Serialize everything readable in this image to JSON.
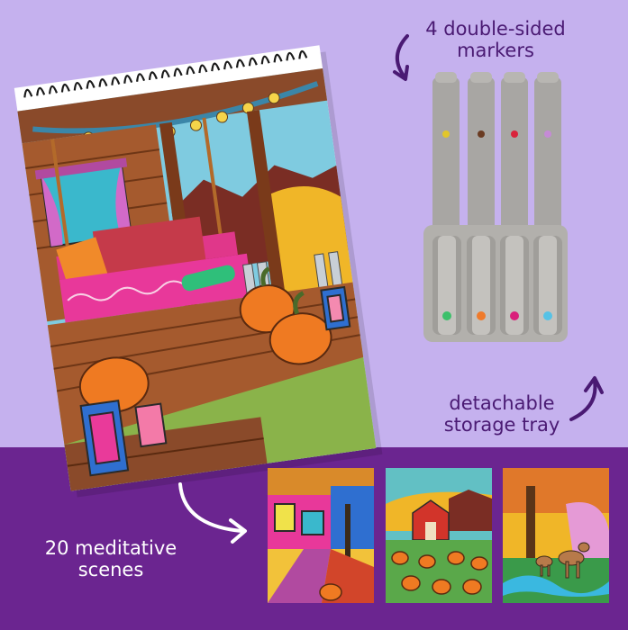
{
  "colors": {
    "background_top": "#c5b1ee",
    "background_bottom": "#6b2590",
    "caption_dark": "#4a1a73",
    "caption_light": "#ffffff",
    "marker_body": "#a8a6a3",
    "tray": "#b2b0ac"
  },
  "captions": {
    "markers_line1": "4 double-sided",
    "markers_line2": "markers",
    "tray_line1": "detachable",
    "tray_line2": "storage tray",
    "scenes_line1": "20 meditative",
    "scenes_line2": "scenes"
  },
  "markers": [
    {
      "cap_dot": "#e2c62a",
      "tip_dot": "#3cc06a"
    },
    {
      "cap_dot": "#6a3b22",
      "tip_dot": "#ef7a2b"
    },
    {
      "cap_dot": "#d9233b",
      "tip_dot": "#d91f7b"
    },
    {
      "cap_dot": "#c58ad6",
      "tip_dot": "#56c2e6"
    }
  ],
  "scenes": [
    {
      "theme": "autumn-village-street"
    },
    {
      "theme": "barn-pumpkin-patch"
    },
    {
      "theme": "deer-in-forest"
    }
  ],
  "icons": {
    "arrow_markers": "curved-arrow-down",
    "arrow_tray": "curved-arrow-up",
    "arrow_scenes": "curved-arrow-right"
  }
}
